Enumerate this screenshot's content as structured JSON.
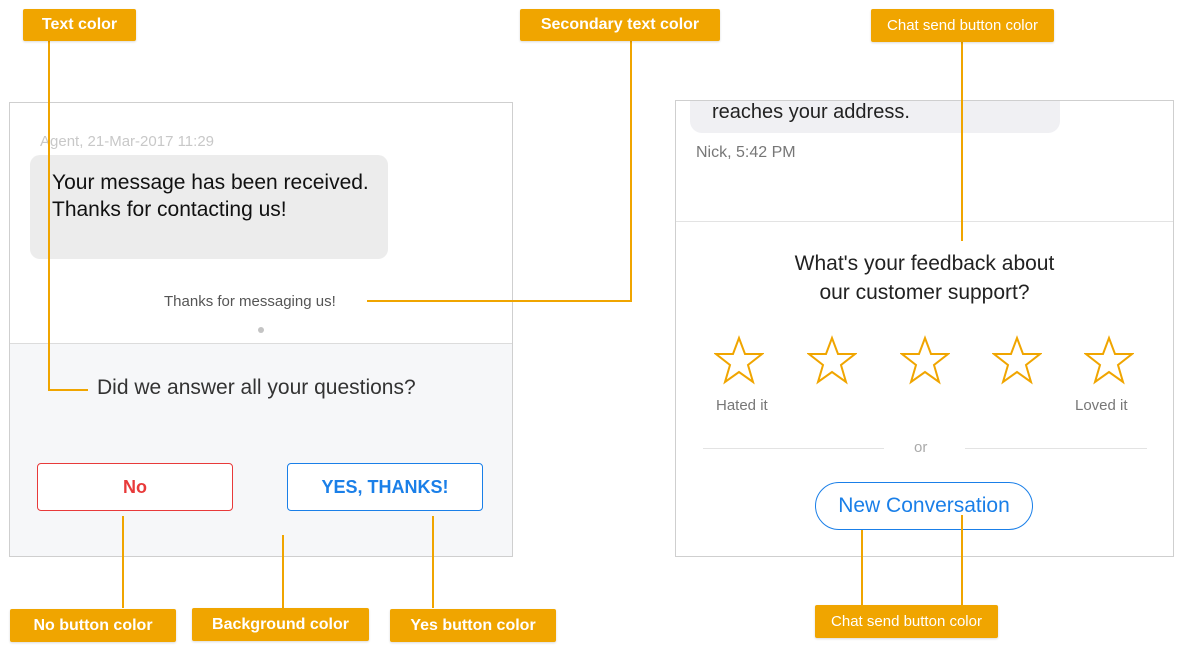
{
  "annotations": {
    "text_color": "Text color",
    "secondary_text_color": "Secondary text color",
    "chat_send_button_color_top": "Chat send button color",
    "no_button_color": "No button color",
    "background_color": "Background color",
    "yes_button_color": "Yes button color",
    "chat_send_button_color_bottom": "Chat send button color"
  },
  "left_panel": {
    "agent_meta": "Agent, 21-Mar-2017 11:29",
    "message": "Your message has been received. Thanks for contacting us!",
    "thanks_note": "Thanks for messaging us!",
    "question": "Did we answer all your questions?",
    "no_label": "No",
    "yes_label": "YES, THANKS!"
  },
  "right_panel": {
    "bubble_text": "reaches your address.",
    "nick_meta": "Nick, 5:42 PM",
    "feedback_line1": "What's your feedback about",
    "feedback_line2": "our customer support?",
    "rating_stars": 5,
    "hated_label": "Hated it",
    "loved_label": "Loved it",
    "or_label": "or",
    "new_conversation_label": "New Conversation"
  },
  "colors": {
    "annotation": "#f0a500",
    "no_button": "#e83a3a",
    "yes_button": "#1a7fe8",
    "chat_send": "#1a7fe8",
    "star": "#f0a500",
    "bottom_background": "#f6f7f9"
  }
}
